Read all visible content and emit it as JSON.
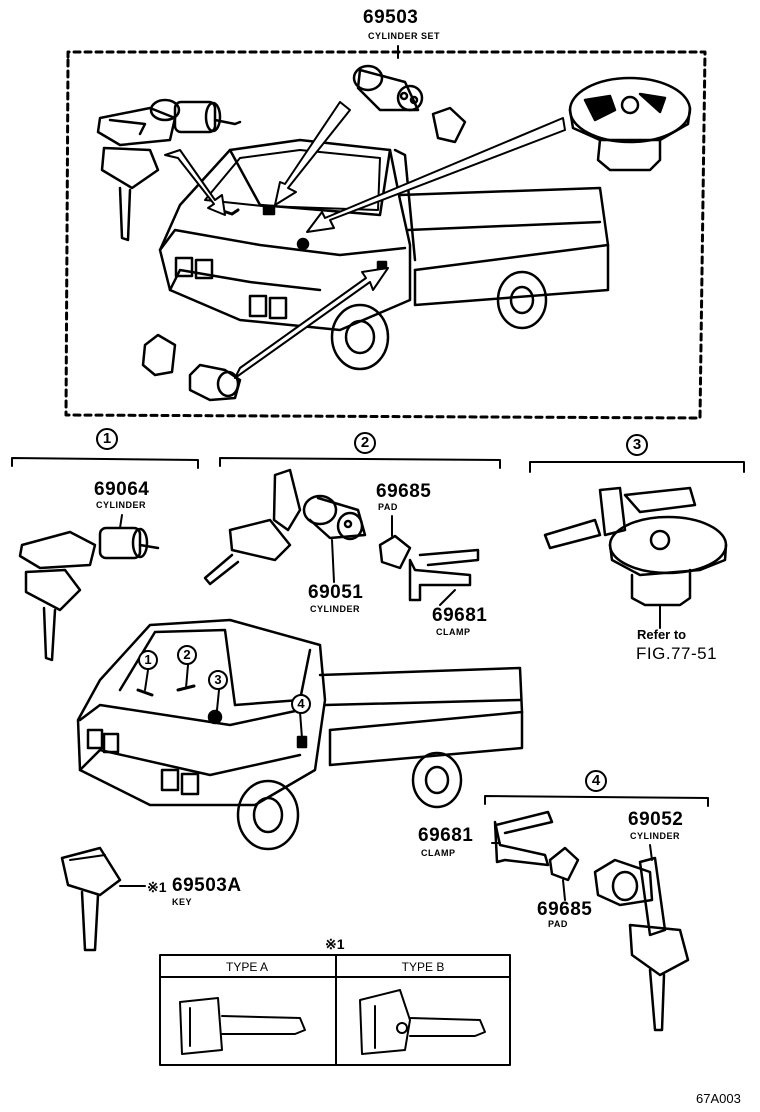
{
  "top": {
    "set_number": "69503",
    "set_name": "CYLINDER SET"
  },
  "groups": {
    "g1": {
      "marker": "1",
      "part_number": "69064",
      "part_name": "CYLINDER"
    },
    "g2": {
      "marker": "2",
      "cylinder_number": "69051",
      "cylinder_name": "CYLINDER",
      "pad_number": "69685",
      "pad_name": "PAD",
      "clamp_number": "69681",
      "clamp_name": "CLAMP"
    },
    "g3": {
      "marker": "3",
      "refer_line1": "Refer to",
      "refer_line2": "FIG.77-51"
    },
    "g4": {
      "marker": "4",
      "clamp_number": "69681",
      "clamp_name": "CLAMP",
      "pad_number": "69685",
      "pad_name": "PAD",
      "cylinder_number": "69052",
      "cylinder_name": "CYLINDER"
    }
  },
  "truck_markers": [
    "1",
    "2",
    "3",
    "4"
  ],
  "key": {
    "note_mark": "※1",
    "part_number": "69503A",
    "part_name": "KEY"
  },
  "key_table": {
    "note_mark": "※1",
    "col_a": "TYPE A",
    "col_b": "TYPE B"
  },
  "figure_code": "67A003"
}
